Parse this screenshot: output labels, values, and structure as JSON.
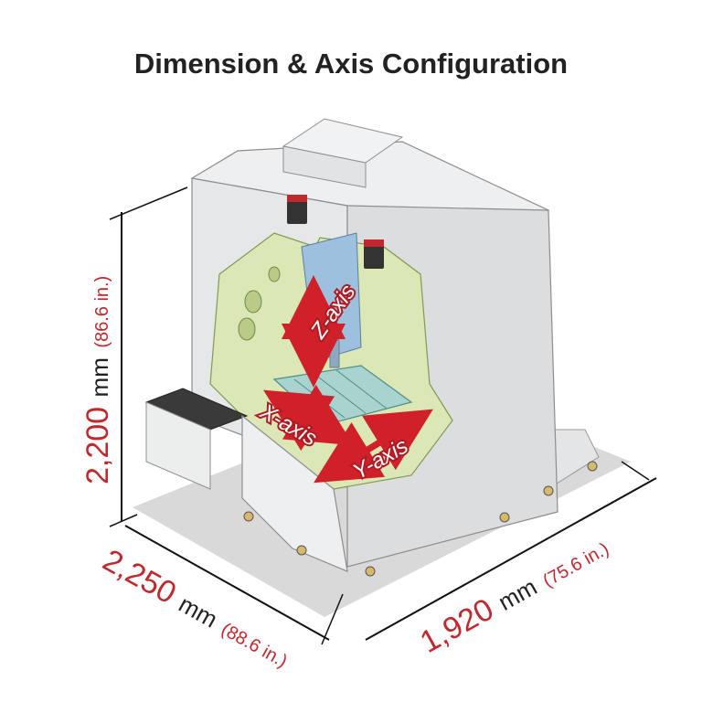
{
  "title": "Dimension & Axis Configuration",
  "dimensions": {
    "height": {
      "value": "2,200",
      "unit": "mm",
      "imperial": "(86.6 in.)"
    },
    "width": {
      "value": "2,250",
      "unit": "mm",
      "imperial": "(88.6 in.)"
    },
    "depth": {
      "value": "1,920",
      "unit": "mm",
      "imperial": "(75.6 in.)"
    }
  },
  "axes": {
    "z": "Z-axis",
    "x": "X-axis",
    "y": "Y-axis"
  },
  "colors": {
    "dimension_value": "#c0282d",
    "dimension_unit": "#222222",
    "axis_arrow": "#d0202a",
    "machine_body": "#e8e9eb",
    "machine_interior": "#dbe7b5",
    "spindle": "#9cc0dd",
    "table": "#a9d3cf",
    "floor_shadow": "#d9d9d9"
  }
}
